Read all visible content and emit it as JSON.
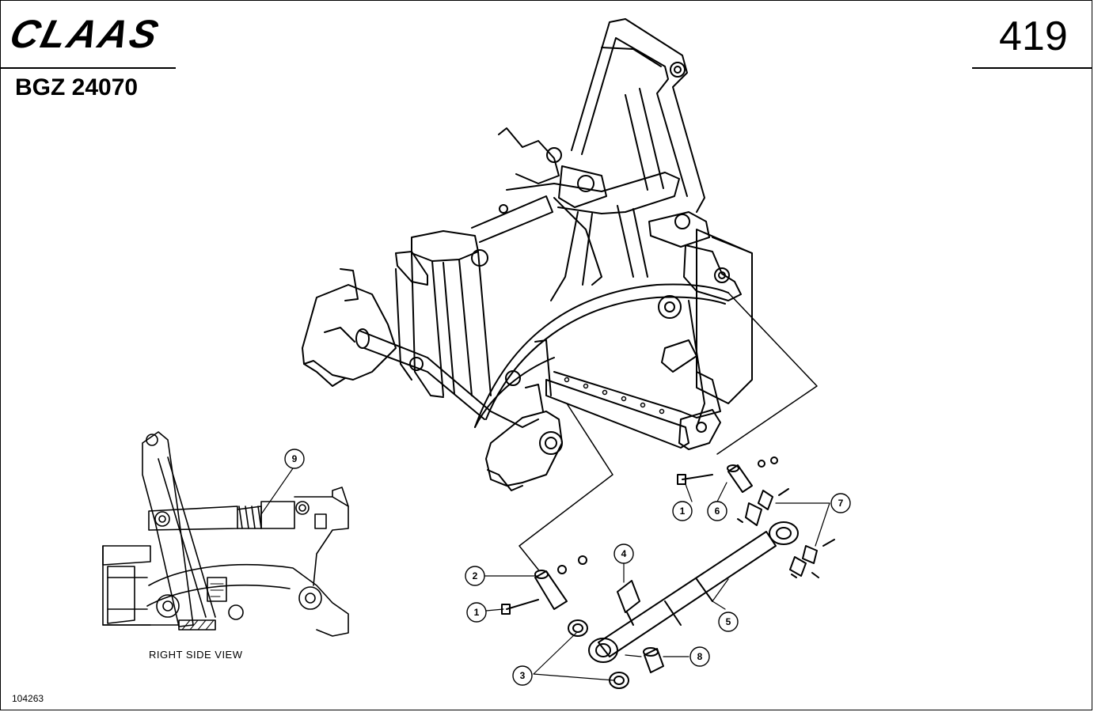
{
  "header": {
    "brand": "CLAAS",
    "model": "BGZ 24070",
    "page_number": "419"
  },
  "inset": {
    "caption": "RIGHT SIDE VIEW"
  },
  "footer": {
    "drawing_number": "104263"
  },
  "callouts": [
    {
      "id": "c1a",
      "label": "1"
    },
    {
      "id": "c1b",
      "label": "1"
    },
    {
      "id": "c2",
      "label": "2"
    },
    {
      "id": "c3",
      "label": "3"
    },
    {
      "id": "c4",
      "label": "4"
    },
    {
      "id": "c5",
      "label": "5"
    },
    {
      "id": "c6",
      "label": "6"
    },
    {
      "id": "c7",
      "label": "7"
    },
    {
      "id": "c8",
      "label": "8"
    },
    {
      "id": "c9",
      "label": "9"
    }
  ],
  "colors": {
    "line": "#000000",
    "paper": "#ffffff"
  }
}
